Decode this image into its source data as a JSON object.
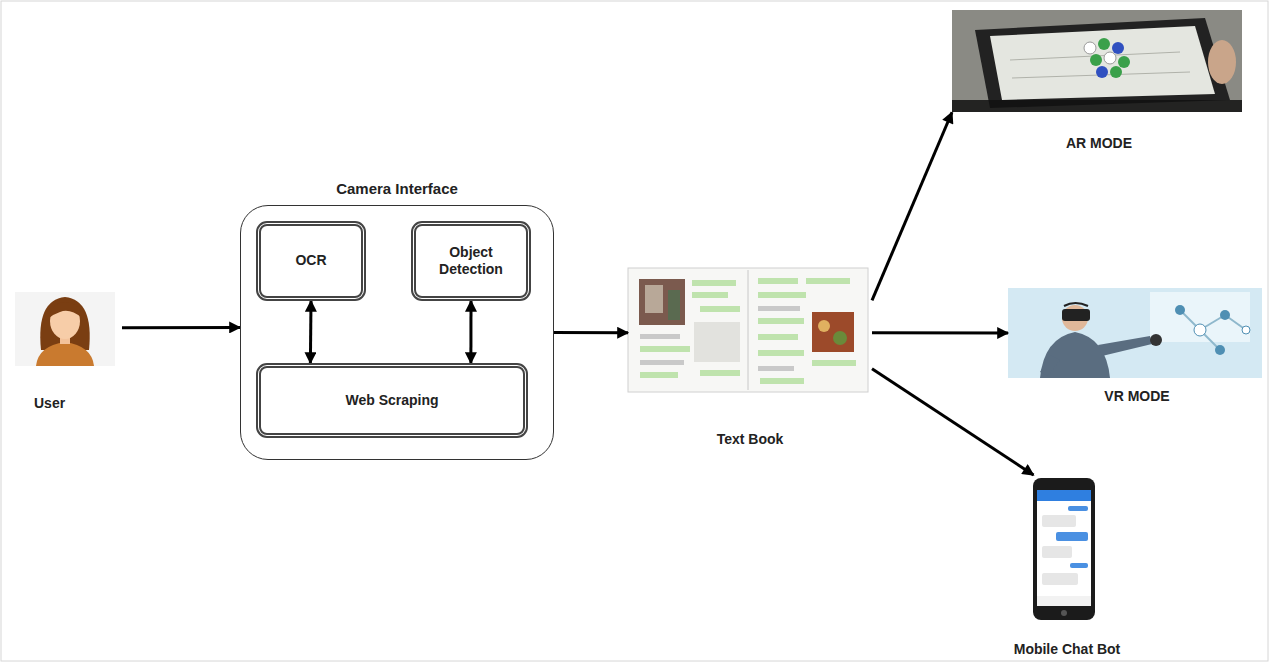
{
  "diagram": {
    "nodes": [
      {
        "text": [
          "User"
        ]
      },
      {
        "text": [
          "Camera Interface"
        ]
      },
      {
        "text": [
          "OCR"
        ],
        "in": 1
      },
      {
        "text": [
          "Object Detection"
        ],
        "in": 1
      },
      {
        "text": [
          "Web Scraping"
        ],
        "in": 1
      },
      {
        "text": [
          "Text Book"
        ]
      },
      {
        "text": [
          "AR MODE"
        ]
      },
      {
        "text": [
          "VR MODE"
        ]
      },
      {
        "text": [
          "Mobile Chat Bot"
        ]
      }
    ],
    "edges": [
      {
        "from": 0,
        "to": 1,
        "arrow": "to"
      },
      {
        "from": 2,
        "to": 4,
        "arrow": "both"
      },
      {
        "from": 3,
        "to": 4,
        "arrow": "both"
      },
      {
        "from": 1,
        "to": 5,
        "arrow": "to"
      },
      {
        "from": 5,
        "to": 6,
        "arrow": "to"
      },
      {
        "from": 5,
        "to": 7,
        "arrow": "to"
      },
      {
        "from": 5,
        "to": 8,
        "arrow": "to"
      }
    ]
  }
}
